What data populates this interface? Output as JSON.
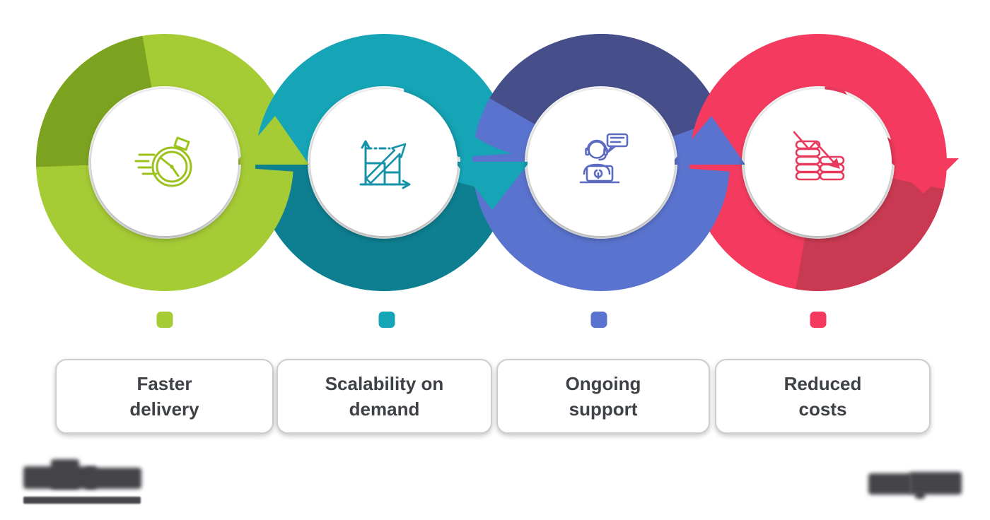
{
  "colors": {
    "lime": "#a5cb35",
    "lime_dark": "#7ca320",
    "teal": "#15a5b6",
    "teal_dark": "#0d7f90",
    "blue": "#5a73ce",
    "blue_dark": "#474f8b",
    "red": "#f43b5f",
    "red_dark": "#c93a52",
    "icon_lime": "#9cc21c",
    "icon_teal": "#1793a9",
    "icon_blue": "#5b6bbf",
    "icon_red": "#e73a5e"
  },
  "steps": [
    {
      "line1": "Faster",
      "line2": "delivery",
      "label": "Faster delivery",
      "icon": "speed-stopwatch-icon"
    },
    {
      "line1": "Scalability on",
      "line2": "demand",
      "label": "Scalability on demand",
      "icon": "growth-chart-icon"
    },
    {
      "line1": "Ongoing",
      "line2": "support",
      "label": "Ongoing support",
      "icon": "support-agent-icon"
    },
    {
      "line1": "Reduced",
      "line2": "costs",
      "label": "Reduced costs",
      "icon": "falling-costs-icon"
    }
  ],
  "footer": {
    "left_logo": "illegible blurred wordmark with underline",
    "right_logo": "illegible blurred wordmark"
  }
}
